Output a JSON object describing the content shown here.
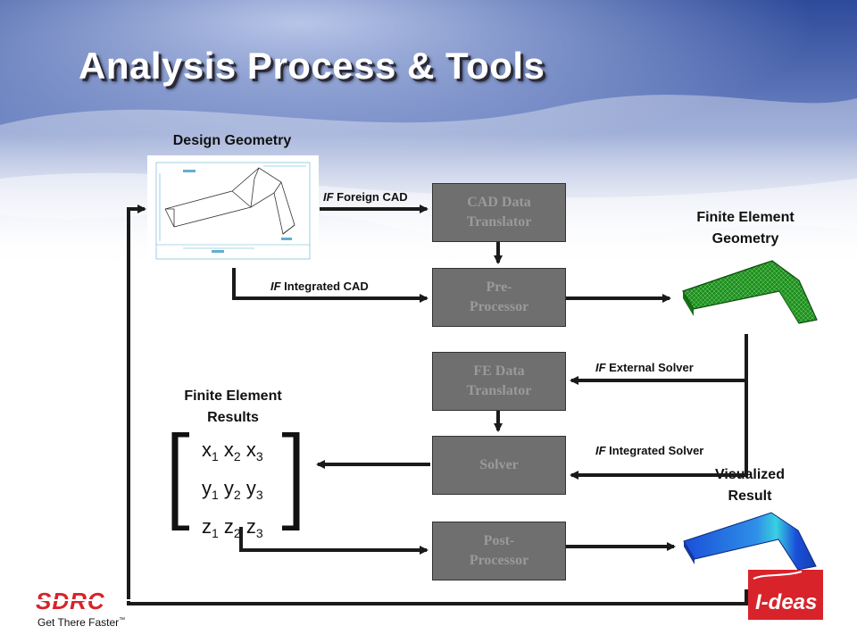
{
  "title": "Analysis Process & Tools",
  "labels": {
    "design_geometry": "Design Geometry",
    "fe_geometry_l1": "Finite Element",
    "fe_geometry_l2": "Geometry",
    "fe_results_l1": "Finite Element",
    "fe_results_l2": "Results",
    "visualized_l1": "Visualized",
    "visualized_l2": "Result"
  },
  "boxes": {
    "cad_translator": [
      "CAD Data",
      "Translator"
    ],
    "preprocessor": [
      "Pre-",
      "Processor"
    ],
    "fe_translator": [
      "FE Data",
      "Translator"
    ],
    "solver": [
      "Solver"
    ],
    "postprocessor": [
      "Post-",
      "Processor"
    ]
  },
  "conditions": {
    "foreign_cad": {
      "if": "IF",
      "text": " Foreign CAD"
    },
    "integrated_cad": {
      "if": "IF",
      "text": " Integrated CAD"
    },
    "external_solver": {
      "if": "IF",
      "text": " External Solver"
    },
    "integrated_solver": {
      "if": "IF",
      "text": " Integrated Solver"
    }
  },
  "matrix": [
    [
      {
        "v": "x",
        "s": "1"
      },
      {
        "v": "x",
        "s": "2"
      },
      {
        "v": "x",
        "s": "3"
      }
    ],
    [
      {
        "v": "y",
        "s": "1"
      },
      {
        "v": "y",
        "s": "2"
      },
      {
        "v": "y",
        "s": "3"
      }
    ],
    [
      {
        "v": "z",
        "s": "1"
      },
      {
        "v": "z",
        "s": "2"
      },
      {
        "v": "z",
        "s": "3"
      }
    ]
  ],
  "branding": {
    "logo": "SDRC",
    "tagline": "Get There Faster",
    "tm": "™",
    "product_logo": "I-deas"
  },
  "colors": {
    "arrow": "#1a1a1a",
    "box": "#6f6f6f",
    "mesh_green": "#1e8f1e",
    "result_blue": "#1a4fd8",
    "brand_red": "#d8232a"
  }
}
